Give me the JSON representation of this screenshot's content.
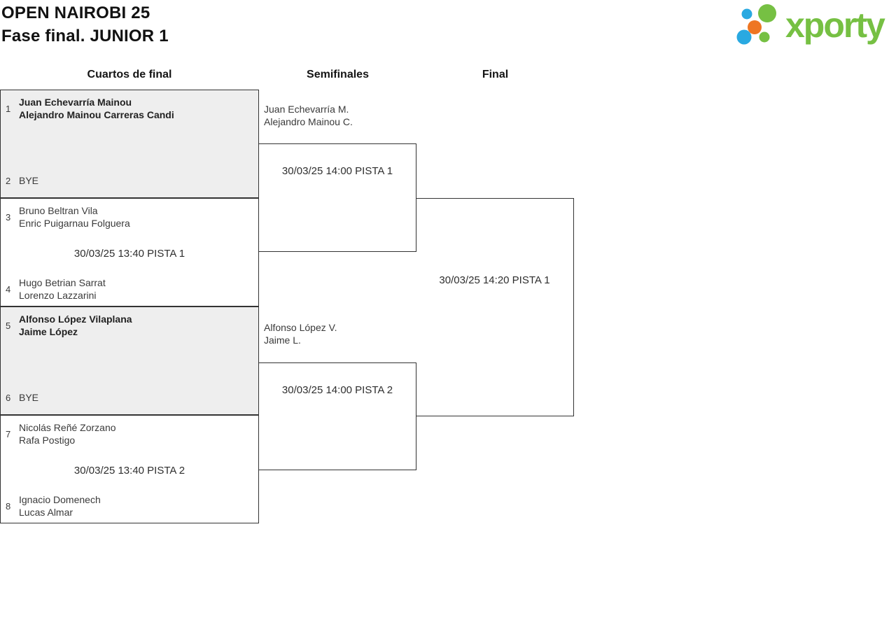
{
  "page": {
    "title_line1": "OPEN NAIROBI 25",
    "title_line2": "Fase final. JUNIOR 1"
  },
  "logo": {
    "text": "xporty"
  },
  "columns": [
    {
      "label": "Cuartos de final"
    },
    {
      "label": "Semifinales"
    },
    {
      "label": "Final"
    }
  ],
  "colors": {
    "logo_green": "#76c043",
    "logo_blue": "#29a9e1",
    "logo_orange": "#ee7623",
    "decided_box_gray": "#eeeeee",
    "border": "#333333"
  },
  "bracket": {
    "quarterfinals": [
      {
        "seed_top": "1",
        "team_top": [
          "Juan Echevarría Mainou",
          "Alejandro Mainou Carreras Candi"
        ],
        "seed_bottom": "2",
        "team_bottom": [
          "BYE"
        ]
      },
      {
        "seed_top": "3",
        "team_top": [
          "Bruno Beltran Vila",
          "Enric Puigarnau Folguera"
        ],
        "schedule": "30/03/25 13:40 PISTA 1",
        "seed_bottom": "4",
        "team_bottom": [
          "Hugo Betrian Sarrat",
          "Lorenzo Lazzarini"
        ]
      },
      {
        "seed_top": "5",
        "team_top": [
          "Alfonso López Vilaplana",
          "Jaime López"
        ],
        "seed_bottom": "6",
        "team_bottom": [
          "BYE"
        ]
      },
      {
        "seed_top": "7",
        "team_top": [
          "Nicolás Reñé Zorzano",
          "Rafa Postigo"
        ],
        "schedule": "30/03/25 13:40 PISTA 2",
        "seed_bottom": "8",
        "team_bottom": [
          "Ignacio Domenech",
          "Lucas Almar"
        ]
      }
    ],
    "semifinals": [
      {
        "advancing_team": [
          "Juan Echevarría M.",
          "Alejandro Mainou C."
        ],
        "schedule": "30/03/25 14:00 PISTA 1"
      },
      {
        "advancing_team": [
          "Alfonso López V.",
          "Jaime L."
        ],
        "schedule": "30/03/25 14:00 PISTA 2"
      }
    ],
    "final": {
      "schedule": "30/03/25 14:20 PISTA 1"
    }
  }
}
